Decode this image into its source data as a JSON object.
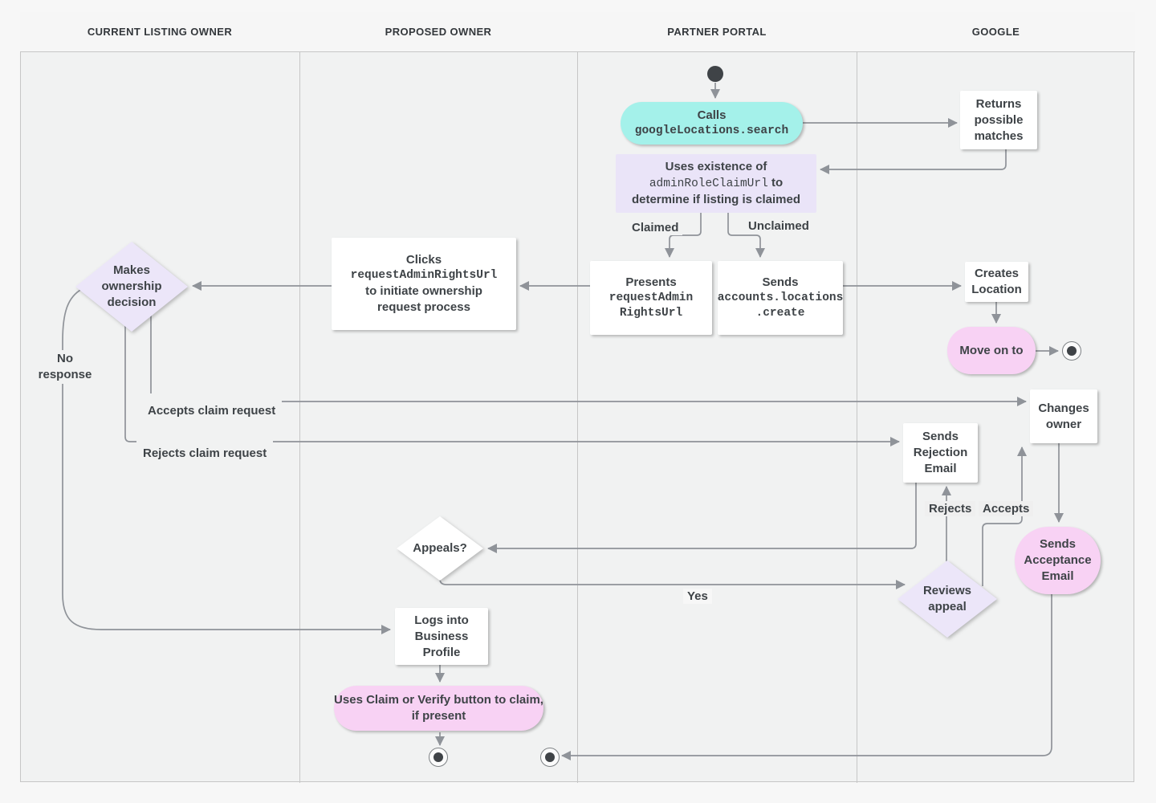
{
  "lanes": [
    {
      "label": "CURRENT LISTING OWNER"
    },
    {
      "label": "PROPOSED OWNER"
    },
    {
      "label": "PARTNER PORTAL"
    },
    {
      "label": "GOOGLE"
    }
  ],
  "nodes": {
    "calls": {
      "label": "Calls",
      "code": "googleLocations.search"
    },
    "returns_matches": {
      "label": "Returns possible matches"
    },
    "uses_existence": {
      "line1": "Uses existence of",
      "code": "adminRoleClaimUrl",
      "after_code": "to",
      "line3": "determine if listing is claimed"
    },
    "presents": {
      "label": "Presents",
      "code_line1": "requestAdmin",
      "code_line2": "RightsUrl"
    },
    "sends_create": {
      "label": "Sends",
      "code_line1": "accounts.locations",
      "code_line2": ".create"
    },
    "clicks": {
      "label": "Clicks",
      "code": "requestAdminRightsUrl",
      "line3": "to initiate ownership",
      "line4": "request process"
    },
    "makes_decision": {
      "label": "Makes ownership decision"
    },
    "creates_location": {
      "label": "Creates Location"
    },
    "move_on": {
      "label": "Move on to"
    },
    "changes_owner": {
      "label": "Changes owner"
    },
    "sends_rejection": {
      "label": "Sends Rejection Email"
    },
    "sends_acceptance": {
      "label": "Sends Acceptance Email"
    },
    "reviews_appeal": {
      "label": "Reviews appeal"
    },
    "appeals": {
      "label": "Appeals?"
    },
    "logs_into": {
      "label": "Logs into Business Profile"
    },
    "uses_claim": {
      "label": "Uses Claim or Verify button to claim, if present"
    }
  },
  "edge_labels": {
    "claimed": "Claimed",
    "unclaimed": "Unclaimed",
    "no_response": "No response",
    "accepts_claim": "Accepts claim request",
    "rejects_claim": "Rejects claim request",
    "yes": "Yes",
    "rejects": "Rejects",
    "accepts": "Accepts"
  },
  "colors": {
    "teal": "#a4f1ea",
    "pink": "#f8d2f4",
    "lavender": "#ece6f9",
    "purple-box": "#eae4f8",
    "node-text": "#3e4347",
    "line": "#8f9399",
    "lane-bg": "#f1f2f2",
    "header-bg": "#f6f6f6",
    "page-bg": "#f7f7f7",
    "border": "#c6c6c6",
    "dark-dot": "#3f4347"
  }
}
